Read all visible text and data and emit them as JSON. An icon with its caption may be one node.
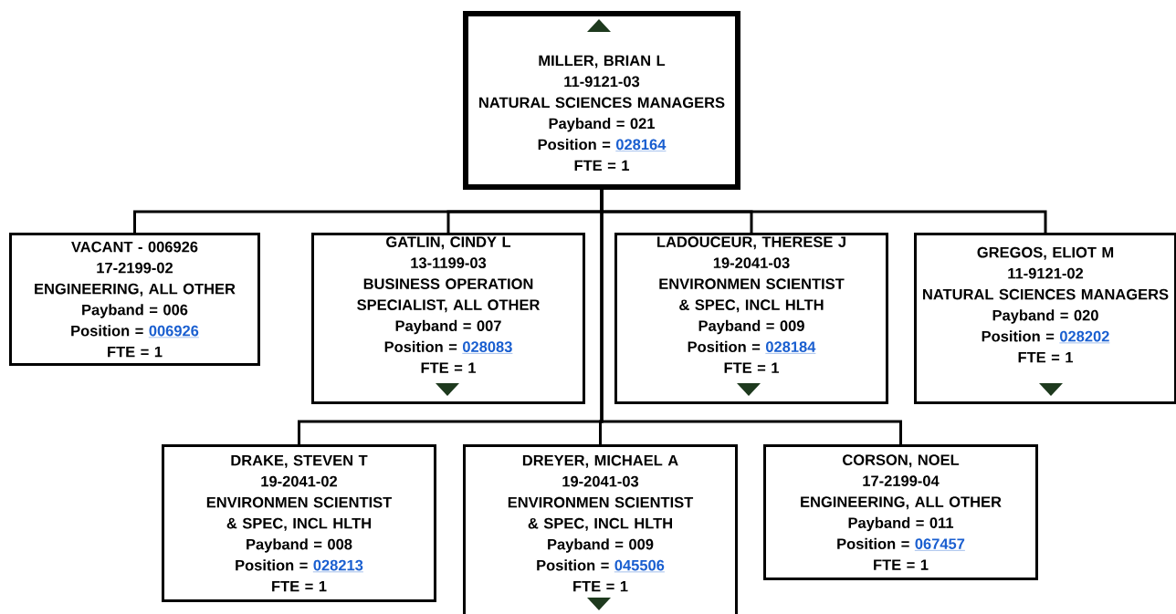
{
  "diagram": {
    "nodes": [
      {
        "text": [
          "MILLER, BRIAN L",
          "11-9121-03",
          "NATURAL SCIENCES MANAGERS",
          "Payband = 021",
          "Position =",
          "028164",
          "FTE = 1"
        ]
      },
      {
        "text": [
          "VACANT - 006926",
          "17-2199-02",
          "ENGINEERING, ALL OTHER",
          "Payband = 006",
          "Position =",
          "006926",
          "FTE = 1"
        ]
      },
      {
        "text": [
          "GATLIN, CINDY L",
          "13-1199-03",
          "BUSINESS OPERATION SPECIALIST, ALL OTHER",
          "Payband = 007",
          "Position =",
          "028083",
          "FTE = 1"
        ]
      },
      {
        "text": [
          "LADOUCEUR, THERESE J",
          "19-2041-03",
          "ENVIRONMEN SCIENTIST & SPEC, INCL HLTH",
          "Payband = 009",
          "Position =",
          "028184",
          "FTE = 1"
        ]
      },
      {
        "text": [
          "GREGOS, ELIOT M",
          "11-9121-02",
          "NATURAL SCIENCES MANAGERS",
          "Payband = 020",
          "Position =",
          "028202",
          "FTE = 1"
        ]
      },
      {
        "text": [
          "DRAKE, STEVEN T",
          "19-2041-02",
          "ENVIRONMEN SCIENTIST & SPEC, INCL HLTH",
          "Payband = 008",
          "Position =",
          "028213",
          "FTE = 1"
        ]
      },
      {
        "text": [
          "DREYER, MICHAEL A",
          "19-2041-03",
          "ENVIRONMEN SCIENTIST & SPEC, INCL HLTH",
          "Payband = 009",
          "Position =",
          "045506",
          "FTE = 1"
        ]
      },
      {
        "text": [
          "CORSON, NOEL",
          "17-2199-04",
          "ENGINEERING, ALL OTHER",
          "Payband = 011",
          "Position =",
          "067457",
          "FTE = 1"
        ]
      }
    ],
    "edges": [
      {
        "from": 0,
        "to": 1,
        "arrow": "none"
      },
      {
        "from": 0,
        "to": 2,
        "arrow": "none"
      },
      {
        "from": 0,
        "to": 3,
        "arrow": "none"
      },
      {
        "from": 0,
        "to": 4,
        "arrow": "none"
      },
      {
        "from": 0,
        "to": 5,
        "arrow": "none"
      },
      {
        "from": 0,
        "to": 6,
        "arrow": "none"
      },
      {
        "from": 0,
        "to": 7,
        "arrow": "none"
      }
    ]
  }
}
